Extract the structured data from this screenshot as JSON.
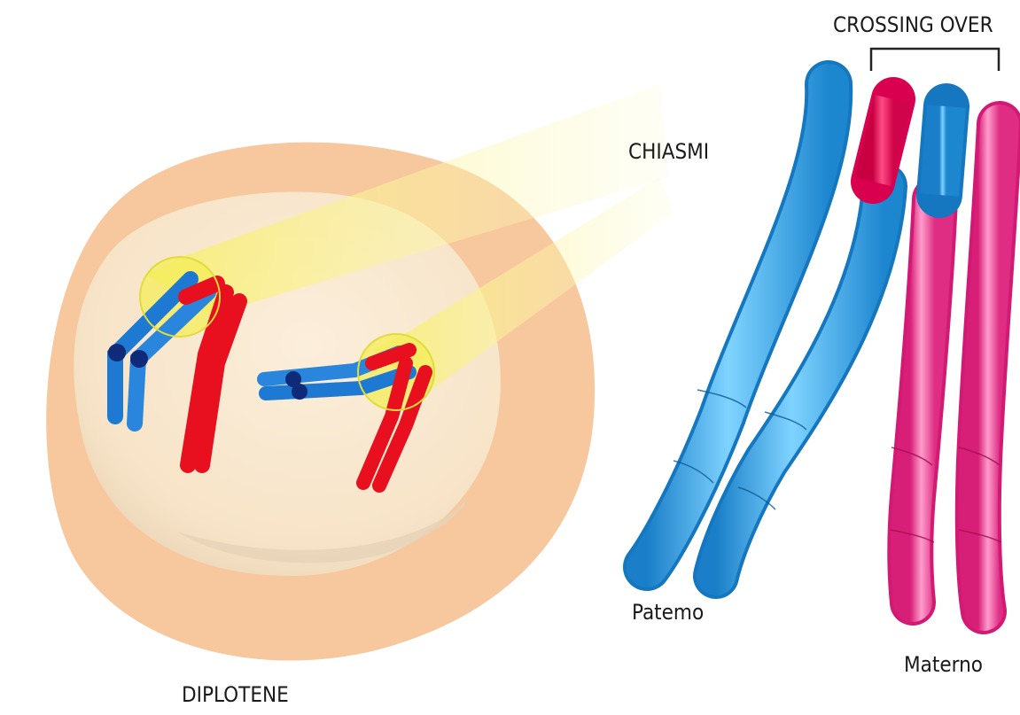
{
  "labels": {
    "crossing_over": "CROSSING OVER",
    "chiasmi": "CHIASMI",
    "paterno": "Patemo",
    "materno": "Materno",
    "diplotene": "DIPLOTENE"
  },
  "colors": {
    "paternal": "#3fa6e3",
    "maternal_highlight": "#e8388c",
    "maternal_cell": "#e8101e",
    "cytoplasm": "#f7c79e",
    "nucleus": "#f9e8cf",
    "light_beam": "#fbf39a"
  }
}
